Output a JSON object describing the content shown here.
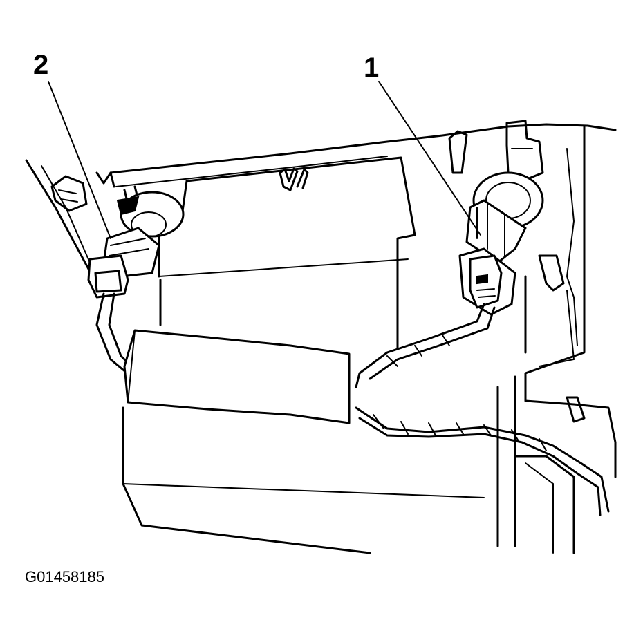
{
  "figure": {
    "id_text": "G01458185",
    "callouts": [
      {
        "number": "1",
        "part": "connector-1"
      },
      {
        "number": "2",
        "part": "connector-2"
      }
    ]
  },
  "colors": {
    "line": "#000000",
    "background": "#ffffff"
  }
}
